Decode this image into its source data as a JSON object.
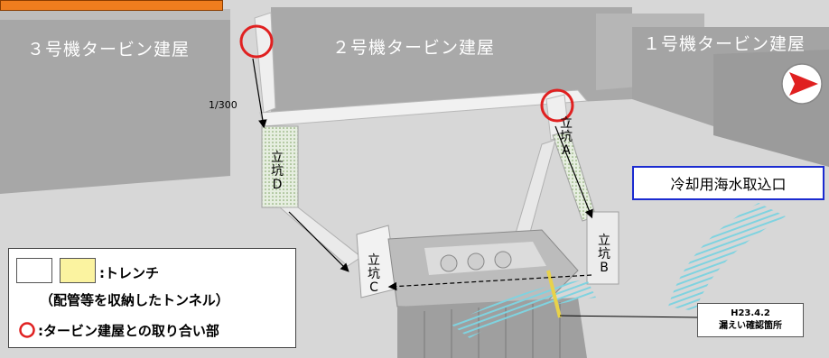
{
  "buildings": {
    "unit3": "３号機タービン建屋",
    "unit2": "２号機タービン建屋",
    "unit1": "１号機タービン建屋"
  },
  "scale": "1/300",
  "shafts": {
    "A": [
      "立",
      "坑",
      "A"
    ],
    "B": [
      "立",
      "坑",
      "B"
    ],
    "C": [
      "立",
      "坑",
      "C"
    ],
    "D": [
      "立",
      "坑",
      "D"
    ]
  },
  "seawater_intake": "冷却用海水取込口",
  "leak_callout": {
    "date": "H23.4.2",
    "text": "漏えい確認箇所"
  },
  "legend": {
    "trench_label": ":トレンチ",
    "trench_sub": "（配管等を収納したトンネル）",
    "circle_label": ":タービン建屋との取り合い部",
    "swatch_white": "#ffffff",
    "swatch_yellow": "#fbf3a0"
  },
  "colors": {
    "highlight_circle": "#e02020",
    "arrow": "#000000",
    "seawater_stripes": "#7fd3e0",
    "orange_tab": "#ef7d1e"
  },
  "icons": [
    "north-arrow-icon"
  ]
}
